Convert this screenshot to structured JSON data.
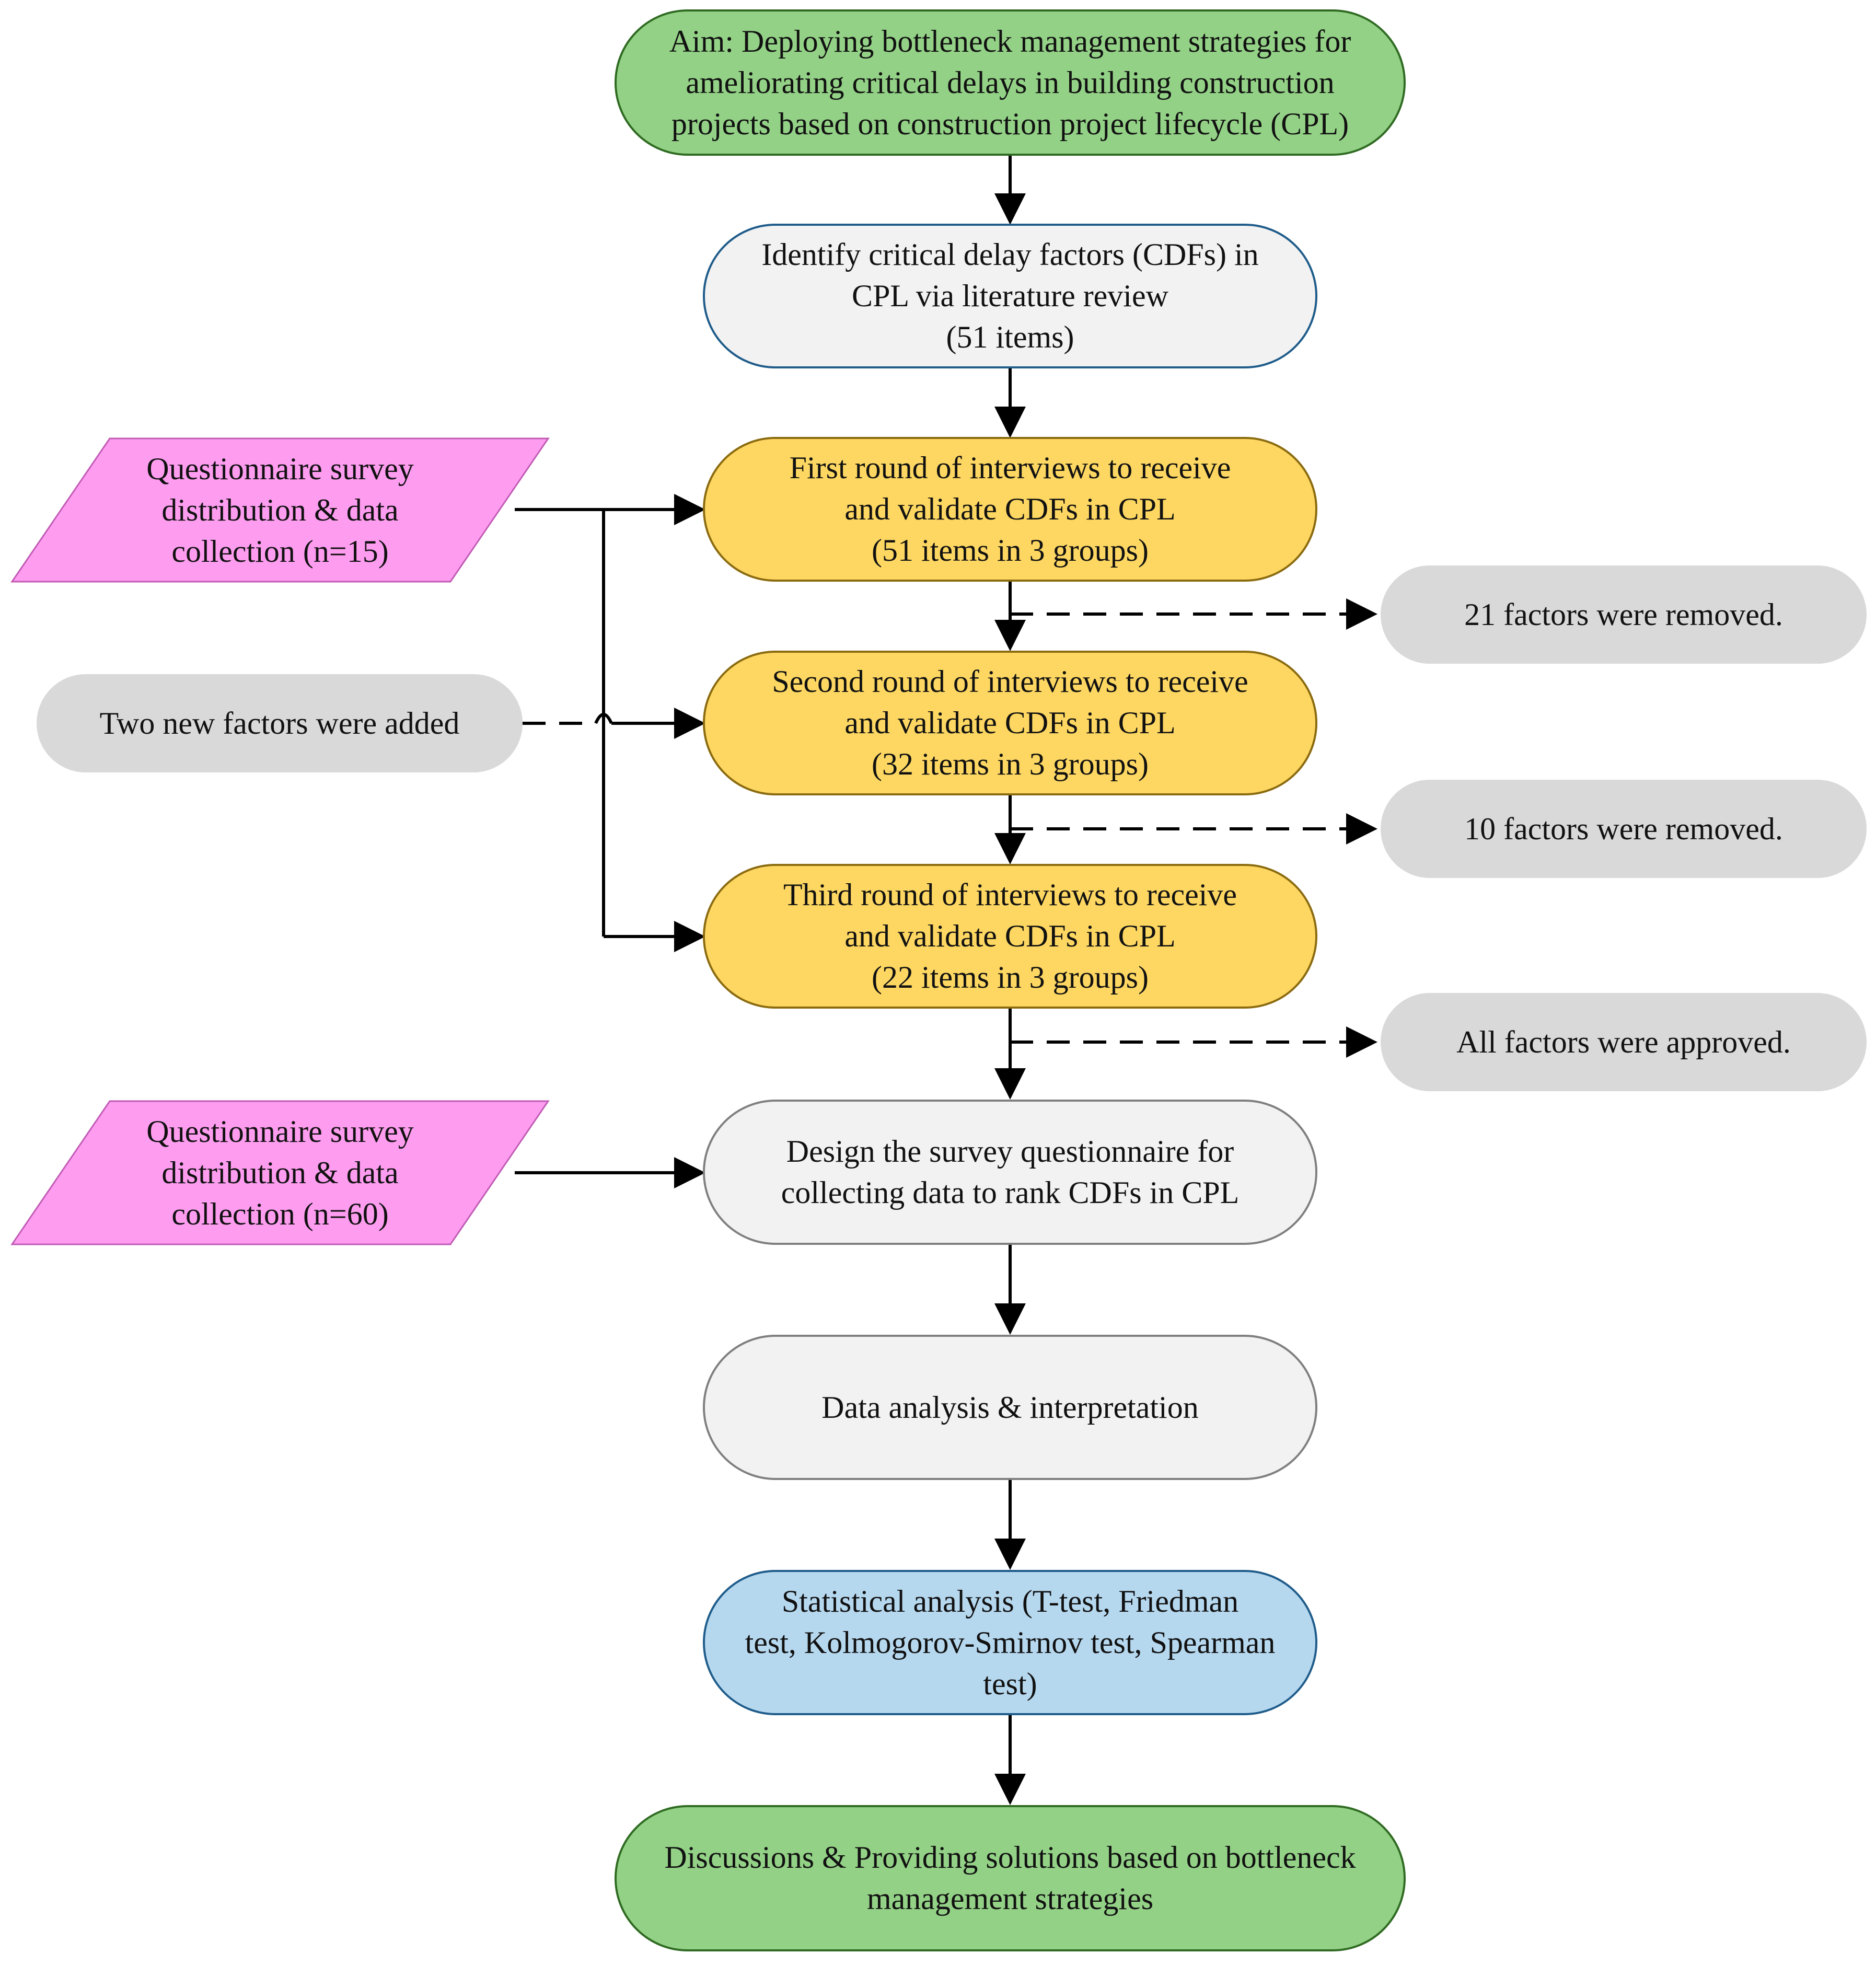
{
  "nodes": {
    "aim": [
      "Aim: Deploying bottleneck management strategies for",
      "ameliorating critical delays in building construction",
      "projects based on construction project lifecycle (CPL)"
    ],
    "identify": [
      "Identify critical delay factors (CDFs) in",
      "CPL via literature review",
      "(51 items)"
    ],
    "round1": [
      "First round of interviews to receive",
      "and validate CDFs in CPL",
      "(51 items in 3 groups)"
    ],
    "round2": [
      "Second round of interviews to receive",
      "and validate CDFs in CPL",
      "(32 items in 3 groups)"
    ],
    "round3": [
      "Third round of interviews to receive",
      "and validate CDFs in CPL",
      "(22 items in 3 groups)"
    ],
    "design": [
      "Design the survey questionnaire for",
      "collecting data to rank CDFs in CPL"
    ],
    "analysis": [
      "Data analysis & interpretation"
    ],
    "statistical": [
      "Statistical analysis (T-test, Friedman",
      "test, Kolmogorov-Smirnov test, Spearman",
      "test)"
    ],
    "discussion": [
      "Discussions & Providing solutions based on bottleneck",
      "management strategies"
    ]
  },
  "inputs": {
    "survey_1": [
      "Questionnaire survey",
      "distribution & data",
      "collection (n=15)"
    ],
    "survey_2": [
      "Questionnaire survey",
      "distribution & data",
      "collection (n=60)"
    ]
  },
  "notes": {
    "added": "Two new factors were added",
    "removed_1": "21 factors were removed.",
    "removed_2": "10 factors were removed.",
    "approved": "All factors were approved."
  },
  "colors": {
    "green": "#93d186",
    "yellow": "#fdd762",
    "blue": "#b6d8ef",
    "light_grey": "#f2f2f2",
    "note_grey": "#d9d9d9",
    "magenta": "#fe9df0"
  }
}
